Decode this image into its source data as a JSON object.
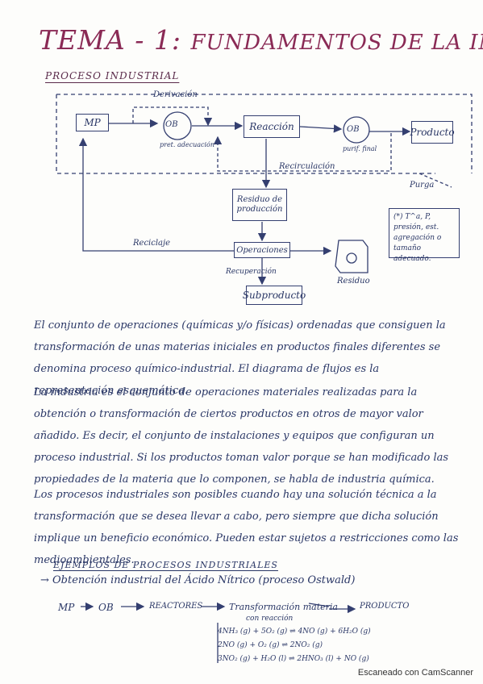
{
  "title": {
    "main": "TEMA - 1:",
    "rest": "FUNDAMENTOS DE LA ING. QUÍMICA"
  },
  "section_heading": "PROCESO INDUSTRIAL",
  "diagram": {
    "mp": "MP",
    "ob1": "OB",
    "ob1_label": "pret. adecuación",
    "reaccion": "Reacción",
    "ob2": "OB",
    "ob2_label": "purif. final",
    "producto": "Producto",
    "derivacion": "Derivación",
    "recirculacion": "Recirculación",
    "purga": "Purga",
    "residuo_prod": "Residuo de producción",
    "operaciones": "Operaciones",
    "reciclaje": "Reciclaje",
    "recuperacion": "Recuperación",
    "subproducto": "Subproducto",
    "residuo": "Residuo",
    "note": "(*) T^a, P, presión, est. agregación o tamaño adecuado."
  },
  "paragraphs": {
    "p1": "El conjunto de operaciones (químicas y/o físicas) ordenadas que consiguen la transformación de unas materias iniciales en productos finales diferentes se denomina proceso químico-industrial. El diagrama de flujos es la representación esquemática.",
    "p2": "La industria es el conjunto de operaciones materiales realizadas para la obtención o transformación de ciertos productos en otros de mayor valor añadido. Es decir, el conjunto de instalaciones y equipos que configuran un proceso industrial. Si los productos toman valor porque se han modificado las propiedades de la materia que lo componen, se habla de industria química.",
    "p3": "Los procesos industriales son posibles cuando hay una solución técnica a la transformación que se desea llevar a cabo, pero siempre que dicha solución implique un beneficio económico. Pueden estar sujetos a restricciones como las medioambientales."
  },
  "examples": {
    "heading": "EJEMPLOS DE PROCESOS INDUSTRIALES",
    "item1": "→ Obtención industrial del Ácido Nítrico (proceso Ostwald)",
    "flow_mp": "MP",
    "flow_ob": "OB",
    "flow_react": "REACTORES",
    "flow_transf": "Transformación materia",
    "flow_transf_sub": "con reacción",
    "flow_prod": "PRODUCTO",
    "eq1": "4NH₃ (g) + 5O₂ (g) ⇌ 4NO (g) + 6H₂O (g)",
    "eq2": "2NO (g) + O₂ (g) ⇌ 2NO₂ (g)",
    "eq3": "3NO₂ (g) + H₂O (l) ⇌ 2HNO₃ (l) + NO (g)"
  },
  "footer": "Escaneado con CamScanner"
}
